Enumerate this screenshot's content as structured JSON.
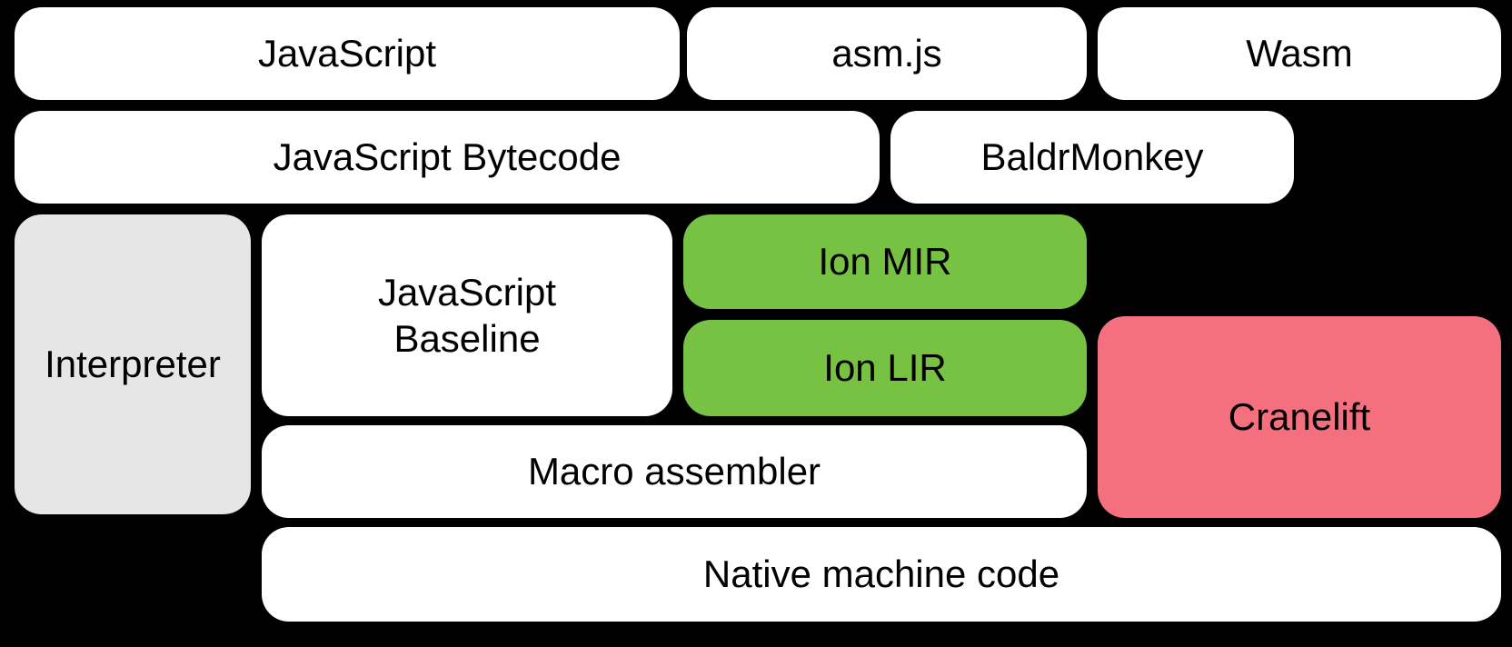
{
  "diagram": {
    "background": "#000000",
    "text_color": "#000000",
    "colors": {
      "default_box": "#ffffff",
      "interpreter_gray": "#e6e6e6",
      "ion_green": "#77c143",
      "cranelift_pink": "#f4707f"
    },
    "nodes": [
      {
        "id": "javascript",
        "label": "JavaScript",
        "fill": "#ffffff"
      },
      {
        "id": "asmjs",
        "label": "asm.js",
        "fill": "#ffffff"
      },
      {
        "id": "wasm",
        "label": "Wasm",
        "fill": "#ffffff"
      },
      {
        "id": "javascript-bytecode",
        "label": "JavaScript Bytecode",
        "fill": "#ffffff"
      },
      {
        "id": "baldrmonkey",
        "label": "BaldrMonkey",
        "fill": "#ffffff"
      },
      {
        "id": "interpreter",
        "label": "Interpreter",
        "fill": "#e6e6e6"
      },
      {
        "id": "javascript-baseline",
        "label": "JavaScript Baseline",
        "fill": "#ffffff"
      },
      {
        "id": "ion-mir",
        "label": "Ion MIR",
        "fill": "#77c143"
      },
      {
        "id": "ion-lir",
        "label": "Ion LIR",
        "fill": "#77c143"
      },
      {
        "id": "cranelift",
        "label": "Cranelift",
        "fill": "#f4707f"
      },
      {
        "id": "macro-assembler",
        "label": "Macro assembler",
        "fill": "#ffffff"
      },
      {
        "id": "native-machine-code",
        "label": "Native machine code",
        "fill": "#ffffff"
      }
    ]
  }
}
